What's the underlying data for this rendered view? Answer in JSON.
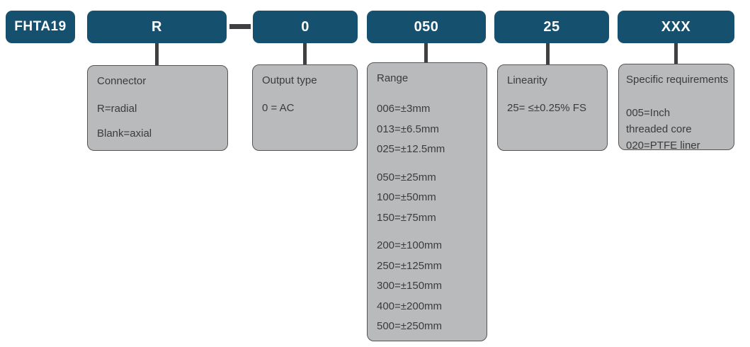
{
  "colors": {
    "code_box_bg": "#15506e",
    "code_box_text": "#ffffff",
    "desc_box_bg": "#b9babc",
    "desc_box_border": "#545456",
    "desc_text": "#3b3b3d",
    "connector_line": "#404042"
  },
  "diagram": {
    "model_code": "FHTA19"
  },
  "segments": [
    {
      "id": "connector",
      "code": "R",
      "title": "Connector",
      "lines": [
        "R=radial",
        "Blank=axial"
      ]
    },
    {
      "id": "output-type",
      "code": "0",
      "title": "Output type",
      "lines": [
        "0 = AC"
      ]
    },
    {
      "id": "range",
      "code": "050",
      "title": "Range",
      "groups": [
        [
          "006=±3mm",
          "013=±6.5mm",
          "025=±12.5mm"
        ],
        [
          "050=±25mm",
          "100=±50mm",
          "150=±75mm"
        ],
        [
          "200=±100mm",
          "250=±125mm",
          "300=±150mm",
          "400=±200mm",
          "500=±250mm"
        ]
      ]
    },
    {
      "id": "linearity",
      "code": "25",
      "title": "Linearity",
      "lines": [
        "25= ≤±0.25% FS"
      ]
    },
    {
      "id": "specific-requirements",
      "code": "XXX",
      "title": "Specific requirements",
      "lines": [
        "005=Inch",
        "threaded core",
        "020=PTFE liner"
      ]
    }
  ]
}
